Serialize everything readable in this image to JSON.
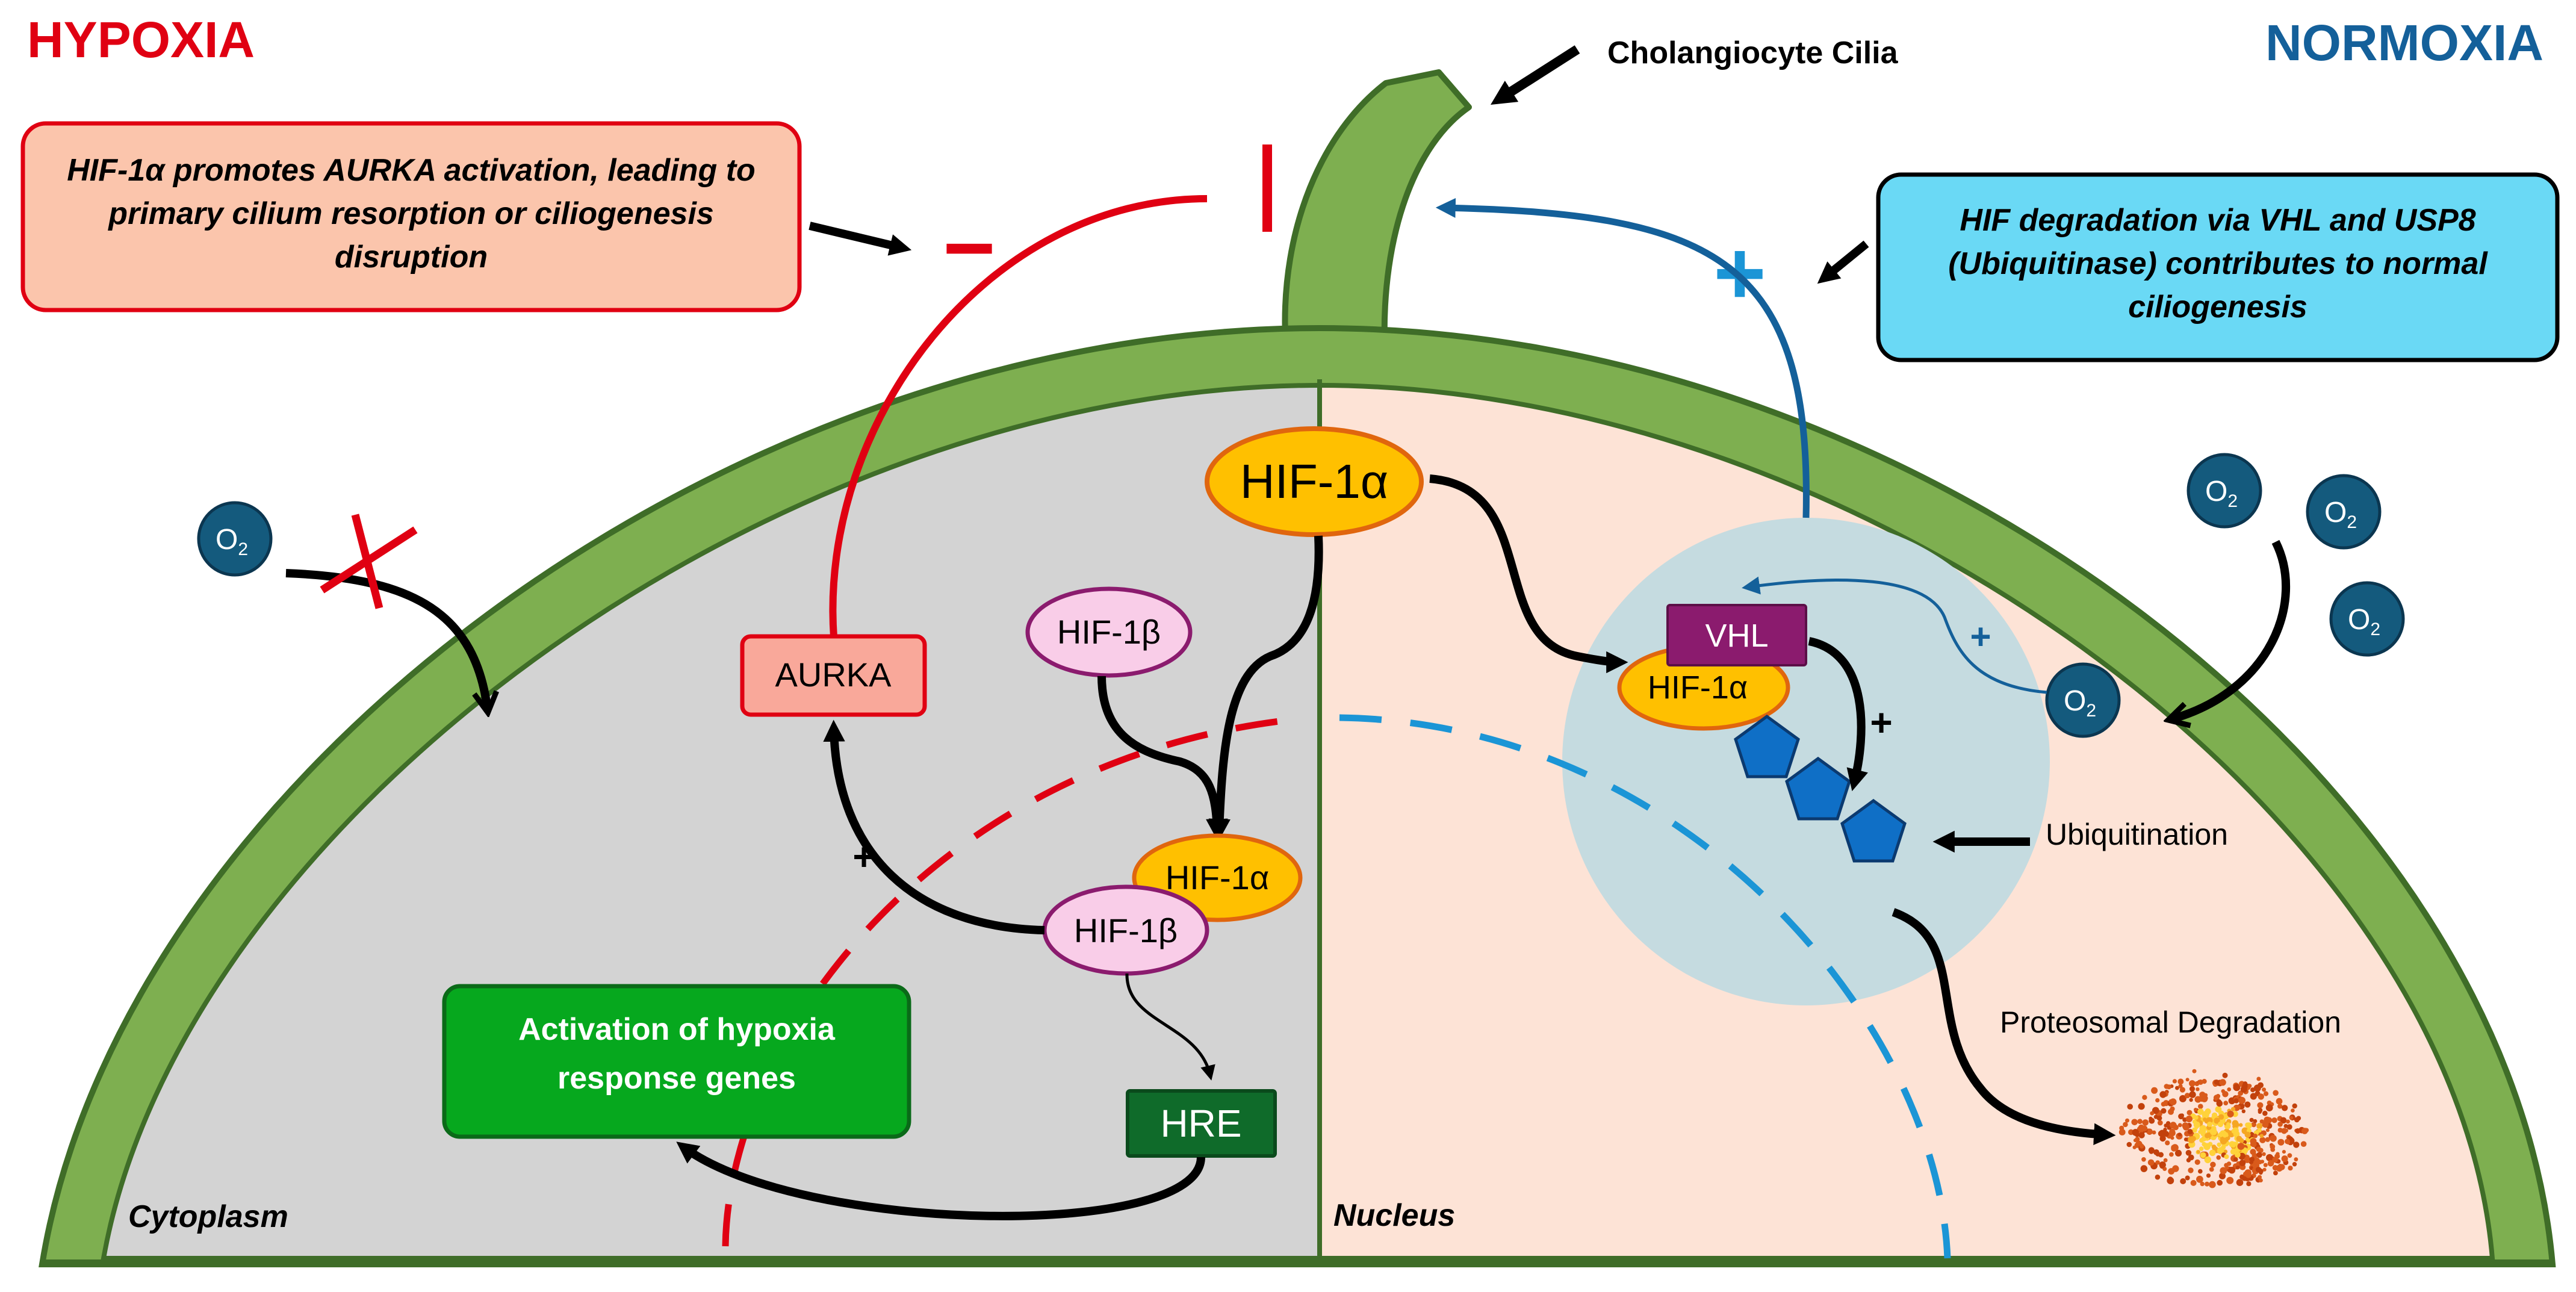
{
  "labels": {
    "hypoxia": "HYPOXIA",
    "normoxia": "NORMOXIA",
    "cilia": "Cholangiocyte Cilia",
    "cytoplasm": "Cytoplasm",
    "nucleus": "Nucleus",
    "ubiquitination": "Ubiquitination",
    "proteosomal": "Proteosomal Degradation"
  },
  "hypoxia_box": {
    "lines": [
      "HIF-1α promotes AURKA activation, leading to",
      "primary cilium resorption or ciliogenesis",
      "disruption"
    ]
  },
  "normoxia_box": {
    "lines": [
      "HIF degradation via VHL and USP8",
      "(Ubiquitinase) contributes to normal",
      "ciliogenesis"
    ]
  },
  "molecules": {
    "hif1a": "HIF-1α",
    "hif1b": "HIF-1β",
    "aurka": "AURKA",
    "hre": "HRE",
    "vhl": "VHL",
    "o2_base": "O",
    "o2_sub": "2"
  },
  "activation_box": {
    "lines": [
      "Activation of hypoxia",
      "response genes"
    ]
  },
  "symbols": {
    "plus": "+",
    "minus": "−"
  },
  "colors": {
    "hypoxia_red": "#e00012",
    "normoxia_blue": "#14609a",
    "membrane_green": "#7eaf50",
    "membrane_dark": "#3f6d28",
    "cytoplasm_gray": "#d3d3d3",
    "nucleus_peach": "#fde3d6",
    "hif1a_orange": "#ffc000",
    "hif1b_pink": "#f9cde8",
    "aurka_salmon": "#f9a89a",
    "hre_green": "#0f6b2a",
    "vhl_purple": "#8b1b6e",
    "ubiquitin_blue": "#0f6fc6",
    "o2_teal": "#145a7d",
    "pale_blue_circle": "#c5dbe0",
    "plus_blue": "#1b95d6"
  }
}
